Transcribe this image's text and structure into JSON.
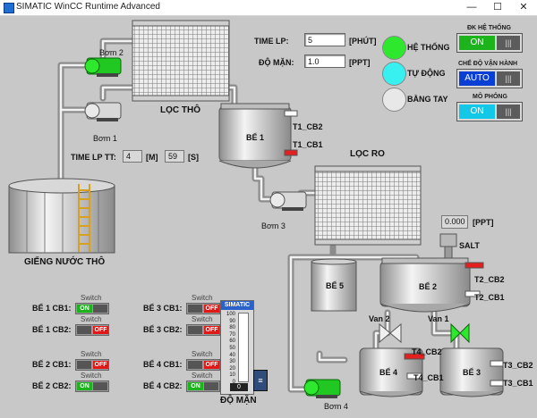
{
  "window": {
    "title": "SIMATIC WinCC Runtime Advanced",
    "minimize": "—",
    "maximize": "☐",
    "close": "✕"
  },
  "params": {
    "time_lp_label": "TIME LP:",
    "time_lp_value": "5",
    "time_lp_unit": "[PHÚT]",
    "salinity_label": "ĐỘ MẶN:",
    "salinity_value": "1.0",
    "salinity_unit": "[PPT]",
    "time_lp_tt_label": "TIME LP TT:",
    "time_lp_tt_min": "4",
    "time_lp_tt_min_unit": "[M]",
    "time_lp_tt_sec": "59",
    "time_lp_tt_sec_unit": "[S]",
    "salt_value": "0.000",
    "salt_unit": "[PPT]",
    "salt_label": "SALT"
  },
  "indicators": [
    {
      "label": "HỆ THỐNG",
      "color": "#2ee82e"
    },
    {
      "label": "TỰ ĐỘNG",
      "color": "#38f0f0"
    },
    {
      "label": "BẰNG TAY",
      "color": "#e8e8e8"
    }
  ],
  "toggles": [
    {
      "caption": "ĐK HỆ THỐNG",
      "state": "ON",
      "color": "#1db31d"
    },
    {
      "caption": "CHẾ ĐỘ VẬN HÀNH",
      "state": "AUTO",
      "color": "#0a3fd6"
    },
    {
      "caption": "MÔ PHỎNG",
      "state": "ON",
      "color": "#12c8e6"
    }
  ],
  "equipment": {
    "pump2": "Bơm 2",
    "pump1": "Bơm 1",
    "pump3": "Bơm 3",
    "pump4": "Bơm 4",
    "filter_raw": "LỌC THÔ",
    "filter_ro": "LỌC RO",
    "well": "GIẾNG NƯỚC THÔ",
    "tank1": "BỂ 1",
    "tank2": "BỂ 2",
    "tank3": "BỂ 3",
    "tank4": "BỂ 4",
    "tank5": "BỂ 5",
    "valve2": "Van 2",
    "valve1": "Van 1"
  },
  "sensors": {
    "t1_cb2": "T1_CB2",
    "t1_cb1": "T1_CB1",
    "t2_cb2": "T2_CB2",
    "t2_cb1": "T2_CB1",
    "t3_cb2": "T3_CB2",
    "t3_cb1": "T3_CB1",
    "t4_cb2": "T4_CB2",
    "t4_cb1": "T4_CB1"
  },
  "switches": [
    {
      "label": "BỂ 1 CB1:",
      "caption": "Switch",
      "state": "ON",
      "color": "#1db31d"
    },
    {
      "label": "BỂ 1 CB2:",
      "caption": "Switch",
      "state": "OFF",
      "color": "#e01818"
    },
    {
      "label": "BỂ 2 CB1:",
      "caption": "Switch",
      "state": "OFF",
      "color": "#e01818"
    },
    {
      "label": "BỂ 2 CB2:",
      "caption": "Switch",
      "state": "ON",
      "color": "#1db31d"
    },
    {
      "label": "BỂ 3 CB1:",
      "caption": "Switch",
      "state": "OFF",
      "color": "#e01818"
    },
    {
      "label": "BỂ 3 CB2:",
      "caption": "Switch",
      "state": "OFF",
      "color": "#e01818"
    },
    {
      "label": "BỂ 4 CB1:",
      "caption": "Switch",
      "state": "OFF",
      "color": "#e01818"
    },
    {
      "label": "BỂ 4 CB2:",
      "caption": "Switch",
      "state": "ON",
      "color": "#1db31d"
    }
  ],
  "slider": {
    "brand": "SIMATIC",
    "scale": [
      "100",
      "90",
      "80",
      "70",
      "60",
      "50",
      "40",
      "30",
      "20",
      "10",
      "0"
    ],
    "value": "0",
    "level": 0,
    "label": "ĐỘ MẶN"
  }
}
